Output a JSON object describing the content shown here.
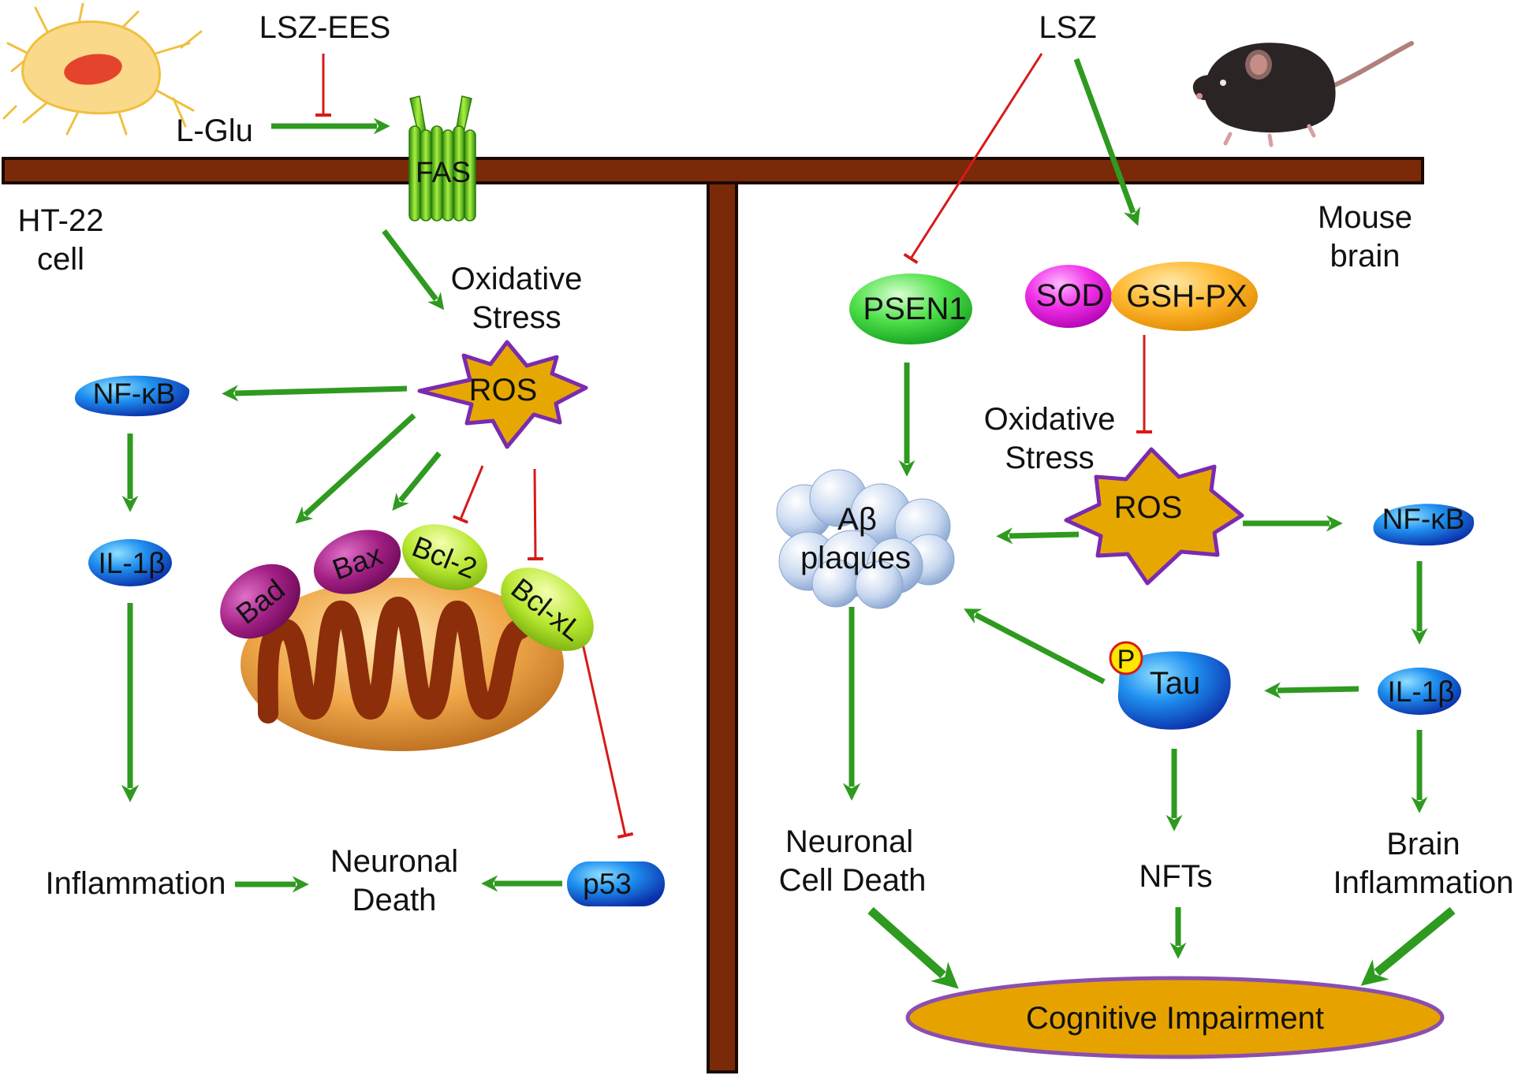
{
  "colors": {
    "activate": "#2e9a1f",
    "inhibit": "#d71a1a",
    "membrane": "#7a2a08",
    "membrane_edge": "#1a0a02",
    "ros_fill": "#e6a800",
    "ros_edge": "#7a2bb0",
    "impairment_fill": "#e6a300",
    "impairment_edge": "#8a4fb0"
  },
  "left": {
    "treatment": "LSZ-EES",
    "ligand": "L-Glu",
    "receptor": "FAS",
    "cell_label_1": "HT-22",
    "cell_label_2": "cell",
    "stress_1": "Oxidative",
    "stress_2": "Stress",
    "ros": "ROS",
    "nfkb": "NF-κB",
    "il1b": "IL-1β",
    "bad": "Bad",
    "bax": "Bax",
    "bcl2": "Bcl-2",
    "bclxl": "Bcl-xL",
    "p53": "p53",
    "inflammation": "Inflammation",
    "death_1": "Neuronal",
    "death_2": "Death"
  },
  "right": {
    "treatment": "LSZ",
    "tissue_1": "Mouse",
    "tissue_2": "brain",
    "psen1": "PSEN1",
    "sod": "SOD",
    "gshpx": "GSH-PX",
    "stress_1": "Oxidative",
    "stress_2": "Stress",
    "ros": "ROS",
    "abeta_1": "Aβ",
    "abeta_2": "plaques",
    "nfkb": "NF-κB",
    "il1b": "IL-1β",
    "tau": "Tau",
    "tau_p": "P",
    "death_1": "Neuronal",
    "death_2": "Cell Death",
    "nfts": "NFTs",
    "brain_inf_1": "Brain",
    "brain_inf_2": "Inflammation",
    "impairment": "Cognitive Impairment"
  },
  "icons": [
    "neuron-cell-icon",
    "mouse-icon",
    "fas-receptor-icon",
    "mitochondrion-icon"
  ]
}
